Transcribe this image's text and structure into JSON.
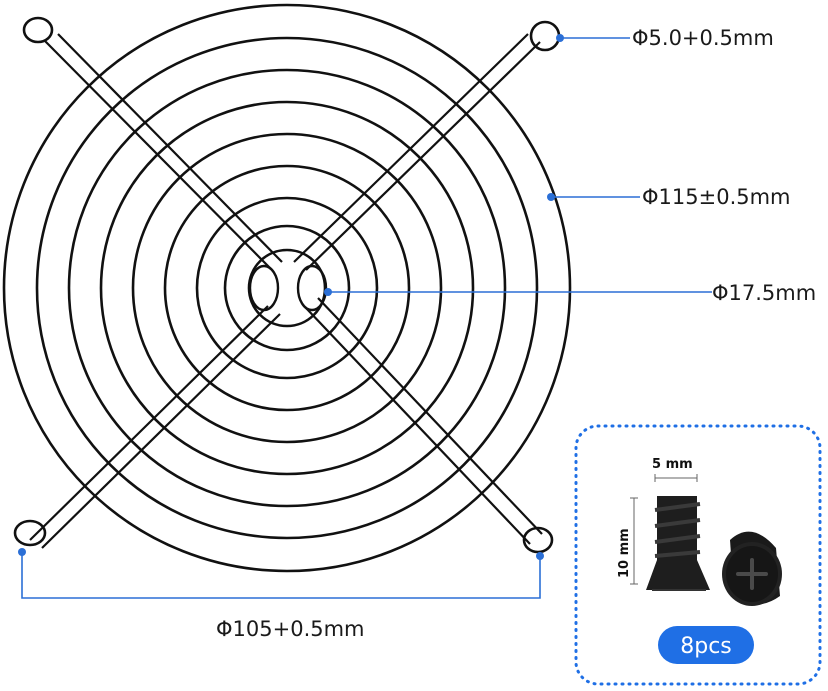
{
  "dimensions": {
    "hook_diameter": "Φ5.0+0.5mm",
    "outer_diameter": "Φ115±0.5mm",
    "center_ring": "Φ17.5mm",
    "hole_spacing": "Φ105+0.5mm"
  },
  "screws": {
    "width": "5 mm",
    "height": "10 mm",
    "quantity": "8pcs"
  },
  "colors": {
    "wire": "#111111",
    "dimension_line": "#2b6fd6",
    "badge": "#1f6fe5",
    "dotted_border": "#1f6fe5"
  }
}
